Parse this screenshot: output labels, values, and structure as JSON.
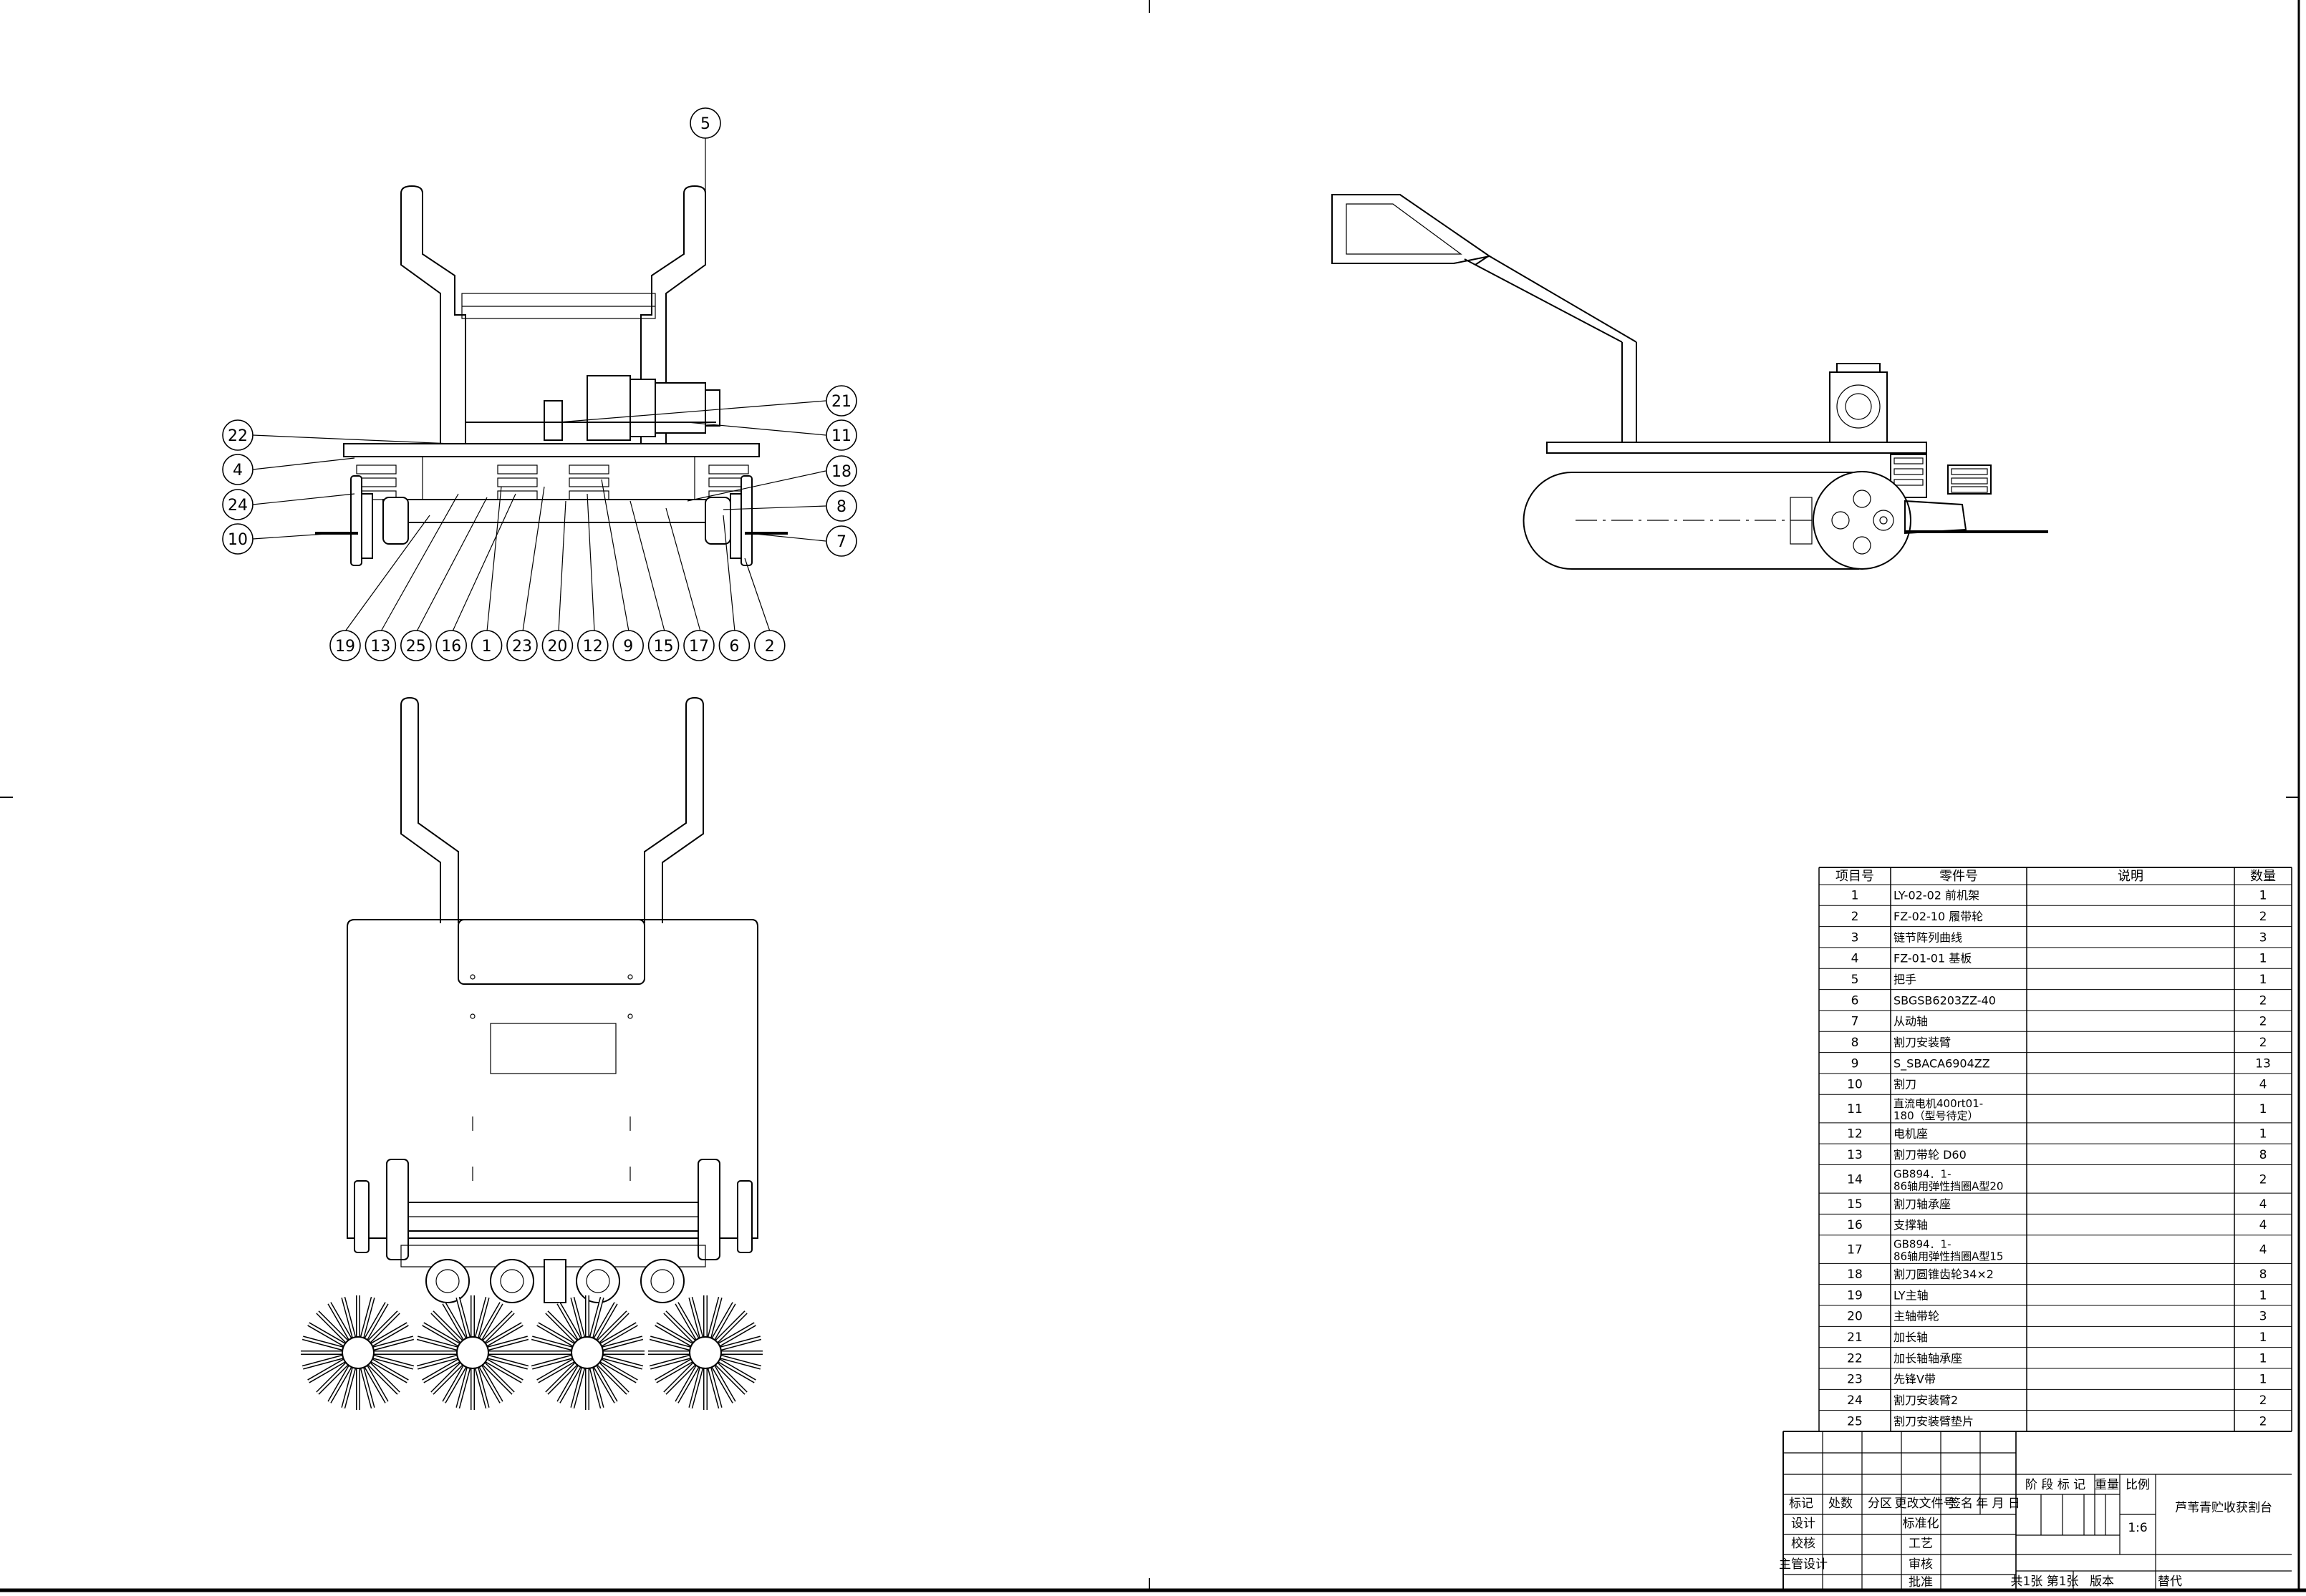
{
  "balloons": {
    "left_col": [
      "22",
      "4",
      "24",
      "10"
    ],
    "right_col": [
      "21",
      "11",
      "18",
      "8",
      "7"
    ],
    "top": "5",
    "bottom_row": [
      "19",
      "13",
      "25",
      "16",
      "1",
      "23",
      "20",
      "12",
      "9",
      "15",
      "17",
      "6",
      "2"
    ]
  },
  "bom": {
    "headers": [
      "项目号",
      "零件号",
      "说明",
      "数量"
    ],
    "rows": [
      {
        "no": "1",
        "part": "LY-02-02 前机架",
        "desc": "",
        "qty": "1"
      },
      {
        "no": "2",
        "part": "FZ-02-10 履带轮",
        "desc": "",
        "qty": "2"
      },
      {
        "no": "3",
        "part": "链节阵列曲线",
        "desc": "",
        "qty": "3"
      },
      {
        "no": "4",
        "part": "FZ-01-01 基板",
        "desc": "",
        "qty": "1"
      },
      {
        "no": "5",
        "part": "把手",
        "desc": "",
        "qty": "1"
      },
      {
        "no": "6",
        "part": "SBGSB6203ZZ-40",
        "desc": "",
        "qty": "2"
      },
      {
        "no": "7",
        "part": "从动轴",
        "desc": "",
        "qty": "2"
      },
      {
        "no": "8",
        "part": "割刀安装臂",
        "desc": "",
        "qty": "2"
      },
      {
        "no": "9",
        "part": "S_SBACA6904ZZ",
        "desc": "",
        "qty": "13"
      },
      {
        "no": "10",
        "part": "割刀",
        "desc": "",
        "qty": "4"
      },
      {
        "no": "11",
        "part": "直流电机400rt01-180（型号待定）",
        "desc": "",
        "qty": "1"
      },
      {
        "no": "12",
        "part": "电机座",
        "desc": "",
        "qty": "1"
      },
      {
        "no": "13",
        "part": "割刀带轮 D60",
        "desc": "",
        "qty": "8"
      },
      {
        "no": "14",
        "part": "GB894．1-86轴用弹性挡圈A型20",
        "desc": "",
        "qty": "2"
      },
      {
        "no": "15",
        "part": "割刀轴承座",
        "desc": "",
        "qty": "4"
      },
      {
        "no": "16",
        "part": "支撑轴",
        "desc": "",
        "qty": "4"
      },
      {
        "no": "17",
        "part": "GB894．1-86轴用弹性挡圈A型15",
        "desc": "",
        "qty": "4"
      },
      {
        "no": "18",
        "part": "割刀圆锥齿轮34×2",
        "desc": "",
        "qty": "8"
      },
      {
        "no": "19",
        "part": "LY主轴",
        "desc": "",
        "qty": "1"
      },
      {
        "no": "20",
        "part": "主轴带轮",
        "desc": "",
        "qty": "3"
      },
      {
        "no": "21",
        "part": "加长轴",
        "desc": "",
        "qty": "1"
      },
      {
        "no": "22",
        "part": "加长轴轴承座",
        "desc": "",
        "qty": "1"
      },
      {
        "no": "23",
        "part": "先锋V带",
        "desc": "",
        "qty": "1"
      },
      {
        "no": "24",
        "part": "割刀安装臂2",
        "desc": "",
        "qty": "2"
      },
      {
        "no": "25",
        "part": "割刀安装臂垫片",
        "desc": "",
        "qty": "2"
      }
    ]
  },
  "title_block": {
    "mark": "标记",
    "count": "处数",
    "zone": "分区",
    "change_doc": "更改文件号",
    "sign": "签名",
    "date": "年 月 日",
    "design": "设计",
    "check": "校核",
    "chief_design": "主管设计",
    "standardize": "标准化",
    "process": "工艺",
    "review": "审核",
    "approve": "批准",
    "stage_mark": "阶 段 标 记",
    "weight": "重量",
    "scale_label": "比例",
    "scale": "1:6",
    "drawing_title": "芦苇青贮收获割台",
    "sheets": "共1张 第1张",
    "version": "版本",
    "replaces": "替代"
  }
}
